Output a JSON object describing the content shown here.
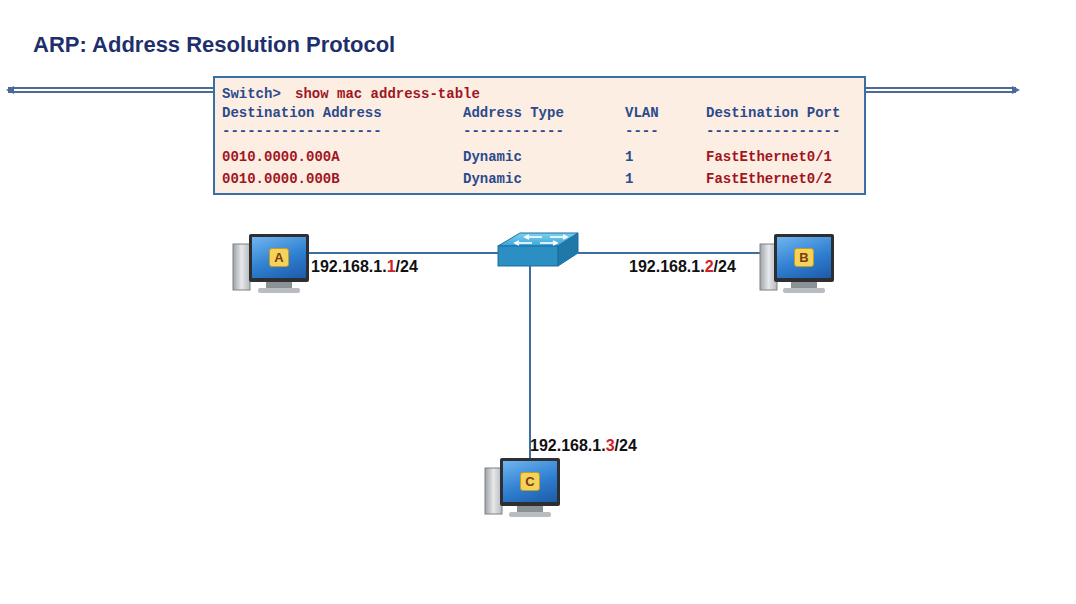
{
  "diagram": {
    "title": "ARP: Address Resolution Protocol",
    "nodes": [
      {
        "text": [
          "Switch>",
          "show mac address-table",
          "Destination Address",
          "Address Type",
          "VLAN",
          "Destination Port",
          "-------------------",
          "------------",
          "----",
          "----------------",
          "0010.0000.000A",
          "Dynamic",
          "1",
          "FastEthernet0/1",
          "0010.0000.000B",
          "Dynamic",
          "1",
          "FastEthernet0/2"
        ]
      },
      {
        "text": [
          "A"
        ]
      },
      {
        "text": [
          "B"
        ]
      },
      {
        "text": [
          "C"
        ]
      }
    ],
    "labels": [
      "192.168.1.",
      "1",
      "/24",
      "192.168.1.",
      "2",
      "/24",
      "192.168.1.",
      "3",
      "/24"
    ]
  }
}
